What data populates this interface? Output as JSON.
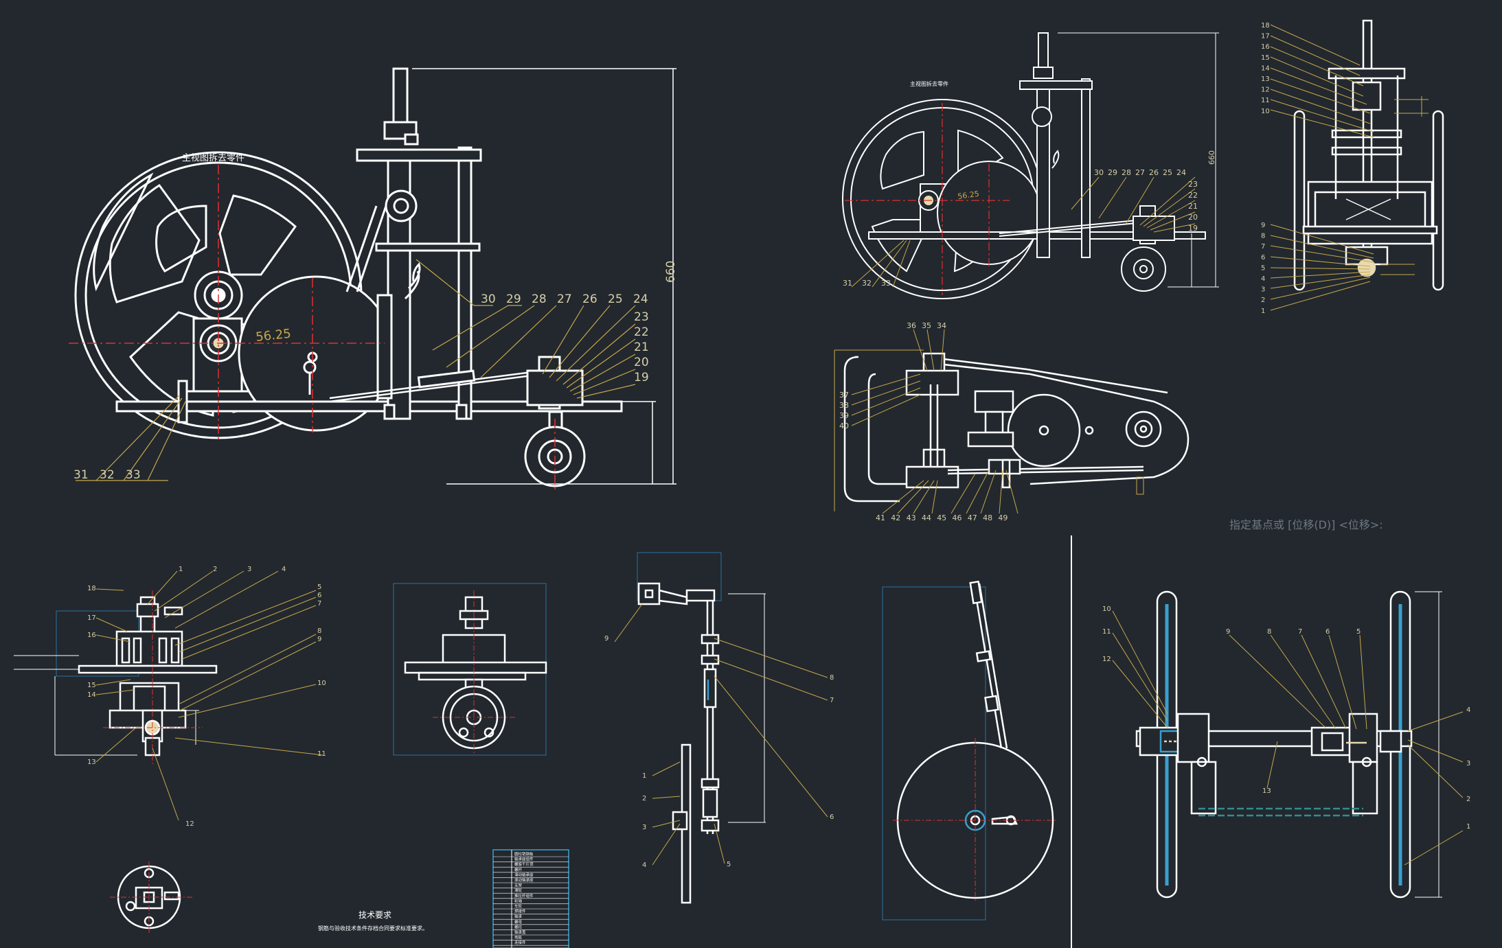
{
  "drawing": {
    "main_view_title": "主视图拆去零件",
    "top_right_view_title": "主视图拆去零件",
    "main_dimension": "660",
    "small_dimension": "660",
    "angle_label": "56.25",
    "tech_requirements_title": "技术要求",
    "tech_requirements_text": "钢筋与验收技术条件存档合同要求标准要求。",
    "command_prompt": "指定基点或 [位移(D)] <位移>:",
    "main_balloons_top": [
      "30",
      "29",
      "28",
      "27",
      "26",
      "25",
      "24"
    ],
    "main_balloons_right": [
      "23",
      "22",
      "21",
      "20",
      "19"
    ],
    "main_balloons_bottom": [
      "31",
      "32",
      "33"
    ],
    "tr_balloons_top": [
      "30",
      "29",
      "28",
      "27",
      "26",
      "25",
      "24"
    ],
    "tr_balloons_right": [
      "23",
      "22",
      "21",
      "20",
      "19"
    ],
    "tr_balloons_bottom": [
      "31",
      "32",
      "33"
    ],
    "sv_balloons": [
      "18",
      "17",
      "16",
      "15",
      "14",
      "13",
      "12",
      "11",
      "10"
    ],
    "sv_balloons_low": [
      "9",
      "8",
      "7",
      "6",
      "5",
      "4",
      "3",
      "2",
      "1"
    ],
    "plan_top": [
      "36",
      "35",
      "34"
    ],
    "plan_left": [
      "37",
      "38",
      "39",
      "40"
    ],
    "plan_bottom": [
      "41",
      "42",
      "43",
      "44",
      "45",
      "46",
      "47",
      "48",
      "49"
    ],
    "d1_top": [
      "1",
      "2",
      "3",
      "4"
    ],
    "d1_right": [
      "5",
      "6",
      "7",
      "8",
      "9",
      "10",
      "11"
    ],
    "d1_left": [
      "18",
      "17",
      "16",
      "15",
      "14",
      "13"
    ],
    "d1_bottom": "12",
    "d3_labels": [
      "9",
      "8",
      "7",
      "6",
      "1",
      "2",
      "3",
      "4",
      "5"
    ],
    "d5_left": [
      "10",
      "11",
      "12"
    ],
    "d5_top": [
      "9",
      "8",
      "7",
      "6",
      "5"
    ],
    "d5_right": [
      "4",
      "3",
      "2",
      "1"
    ],
    "d5_bottom": "13",
    "table_rows": [
      "圆柱销钢板",
      "轴承座组件",
      "螺旋千斤顶",
      "螺杆",
      "滑动轴承座",
      "滚动轴承座",
      "支架",
      "滑轮",
      "推拉杆组件",
      "轮轴",
      "车轮",
      "焊接件",
      "轴承",
      "螺母",
      "螺柱",
      "轴承盖",
      "地板",
      "连接件"
    ]
  }
}
